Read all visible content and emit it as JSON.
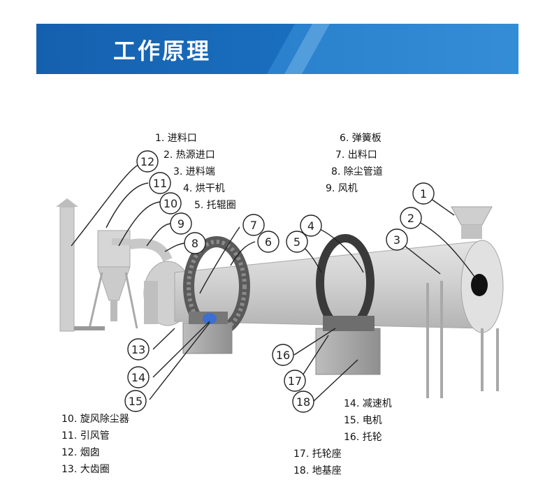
{
  "header": {
    "title": "工作原理"
  },
  "legend": {
    "group_a": [
      "1. 进料口",
      "2. 热源进口",
      "3. 进料端",
      "4. 烘干机",
      "5. 托辊圈"
    ],
    "group_b": [
      "6. 弹簧板",
      "7. 出料口",
      "8. 除尘管道",
      "9. 风机"
    ],
    "group_c": [
      "10. 旋风除尘器",
      "11. 引风管",
      "12. 烟囱",
      "13. 大齿圈"
    ],
    "group_d": [
      "14. 减速机",
      "15. 电机",
      "16. 托轮"
    ],
    "group_e": [
      "17. 托轮座",
      "18. 地基座"
    ]
  },
  "callouts": [
    "1",
    "2",
    "3",
    "4",
    "5",
    "6",
    "7",
    "8",
    "9",
    "10",
    "11",
    "12",
    "13",
    "14",
    "15",
    "16",
    "17",
    "18"
  ],
  "colors": {
    "banner_blue": "#1565b0",
    "banner_light": "#2d86d0",
    "machine_gray": "#d6d6d6"
  }
}
